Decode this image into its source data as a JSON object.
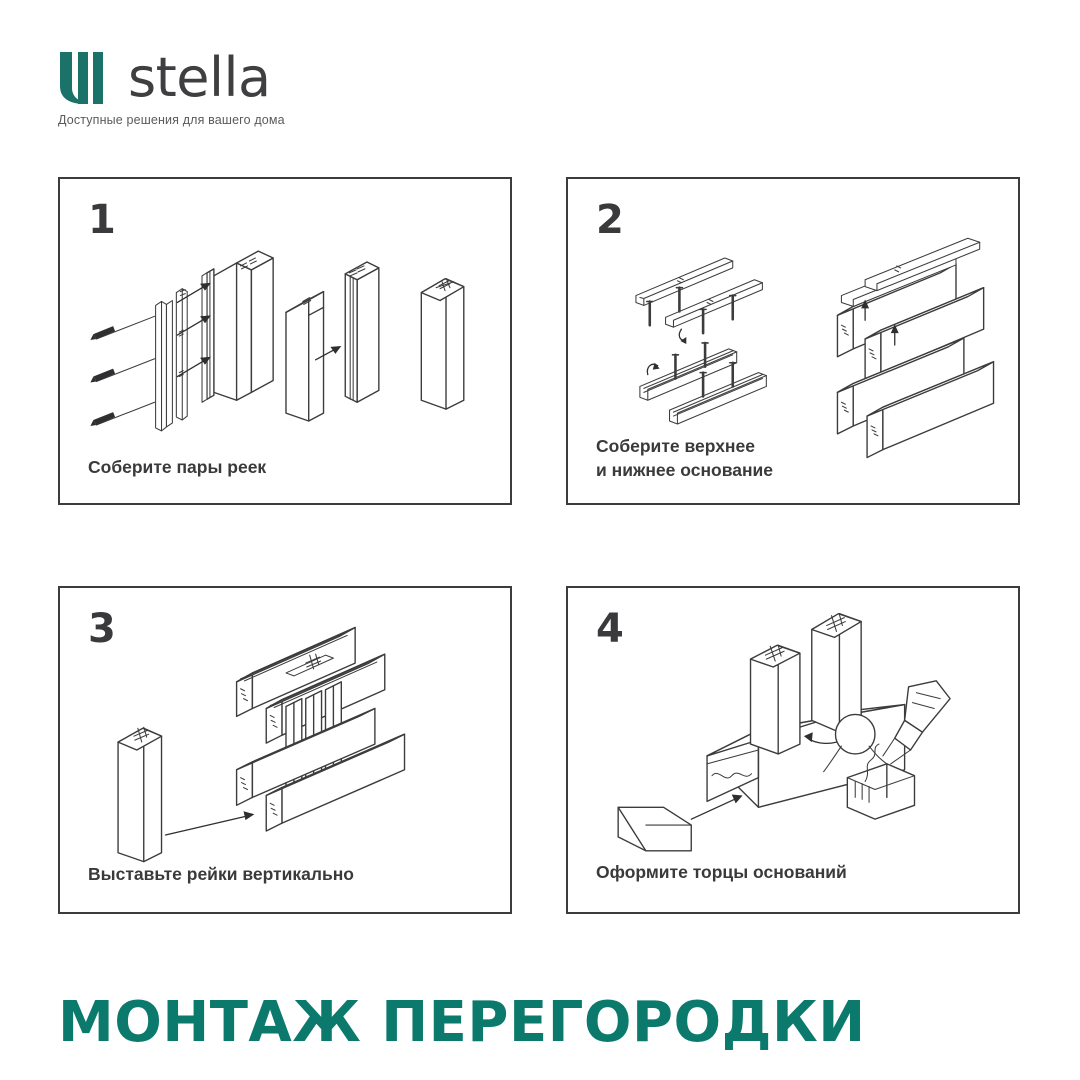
{
  "brand": {
    "mark_icon": "stella-bars-logo-icon",
    "name": "stella",
    "tagline": "Доступные решения для вашего дома",
    "mark_color": "#1a7268",
    "word_color": "#3f3f41"
  },
  "colors": {
    "accent_teal": "#0b7a6d",
    "line": "#3c3c3e",
    "text": "#3a3a3c",
    "background": "#ffffff"
  },
  "panels": [
    {
      "number": "1",
      "caption": "Соберите пары реек",
      "illustration": "slats-and-screws-exploded"
    },
    {
      "number": "2",
      "caption": "Соберите верхнее\nи нижнее основание",
      "illustration": "top-and-bottom-base-rails"
    },
    {
      "number": "3",
      "caption": "Выставьте рейки вертикально",
      "illustration": "vertical-slat-insertion"
    },
    {
      "number": "4",
      "caption": "Оформите торцы оснований",
      "illustration": "end-cap-finishing"
    }
  ],
  "footer": {
    "title": "МОНТАЖ ПЕРЕГОРОДКИ"
  }
}
